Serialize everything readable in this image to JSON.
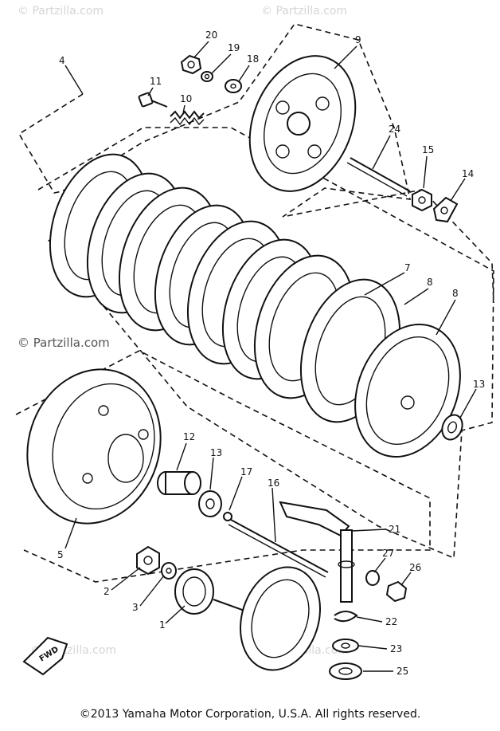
{
  "watermarks": {
    "corner": "© Partzilla.com",
    "side": "© Partzilla.com"
  },
  "part_labels": [
    "20",
    "19",
    "18",
    "9",
    "4",
    "11",
    "10",
    "24",
    "15",
    "14",
    "7",
    "8",
    "8",
    "13",
    "12",
    "13",
    "17",
    "16",
    "21",
    "5",
    "27",
    "26",
    "2",
    "3",
    "1",
    "22",
    "23",
    "25"
  ],
  "fwd_label": "FWD",
  "copyright": "©2013  Yamaha Motor Corporation, U.S.A. All rights reserved."
}
